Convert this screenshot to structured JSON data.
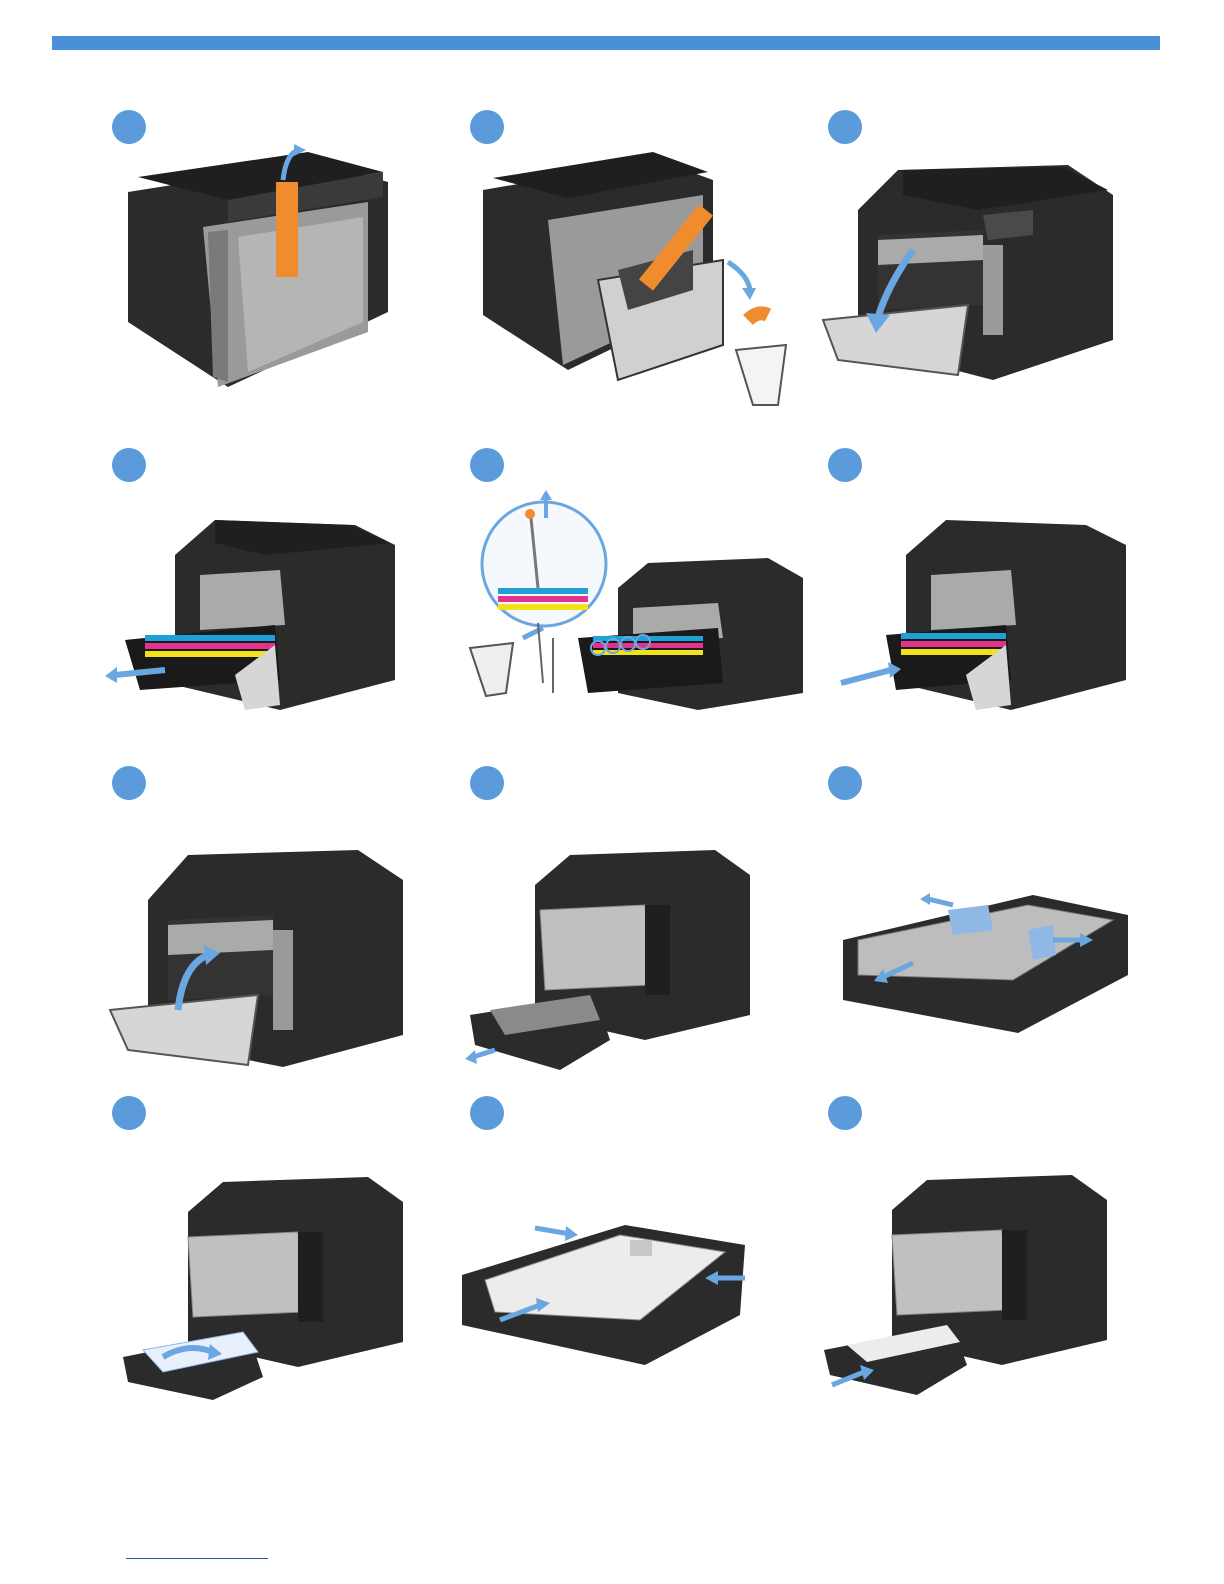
{
  "colors": {
    "accent_bar": "#4a90d9",
    "badge": "#5b9bdc",
    "printer_body": "#2b2b2b",
    "printer_dark": "#1a1a1a",
    "printer_gray": "#9a9a9a",
    "tape_orange": "#f08c2e",
    "arrow_blue": "#6aa7e0",
    "toner_cyan": "#1fa0d6",
    "toner_magenta": "#e0338a",
    "toner_yellow": "#f2e21c",
    "toner_black": "#111111",
    "footer_line": "#2a4fb0"
  },
  "steps": [
    {
      "icon": "printer-rear-tape-removal-illustration"
    },
    {
      "icon": "printer-rear-door-open-discard-illustration"
    },
    {
      "icon": "printer-front-door-open-illustration"
    },
    {
      "icon": "toner-drawer-pull-out-illustration"
    },
    {
      "icon": "toner-seal-tabs-remove-illustration"
    },
    {
      "icon": "toner-drawer-push-in-illustration"
    },
    {
      "icon": "front-door-close-illustration"
    },
    {
      "icon": "paper-tray-pull-out-illustration"
    },
    {
      "icon": "paper-guides-adjust-illustration"
    },
    {
      "icon": "paper-load-tray-illustration"
    },
    {
      "icon": "paper-guides-snug-illustration"
    },
    {
      "icon": "paper-tray-insert-illustration"
    }
  ]
}
